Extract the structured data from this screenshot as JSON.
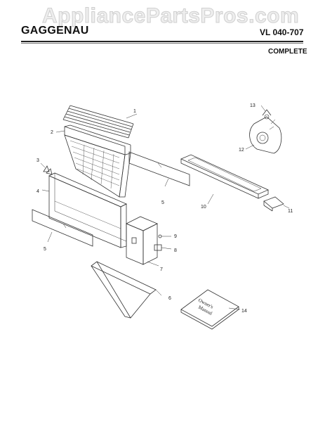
{
  "watermark": "AppliancePartsPros.com",
  "header": {
    "brand": "GAGGENAU",
    "model": "VL 040-707",
    "subtitle": "COMPLETE"
  },
  "callouts": {
    "c1": "1",
    "c2": "2",
    "c3": "3",
    "c4": "4",
    "c5a": "5",
    "c5b": "5",
    "c6": "6",
    "c7": "7",
    "c8": "8",
    "c9": "9",
    "c10": "10",
    "c11": "11",
    "c12": "12",
    "c13": "13",
    "c14": "14"
  },
  "manual": {
    "line1": "Owner's",
    "line2": "Manual"
  }
}
